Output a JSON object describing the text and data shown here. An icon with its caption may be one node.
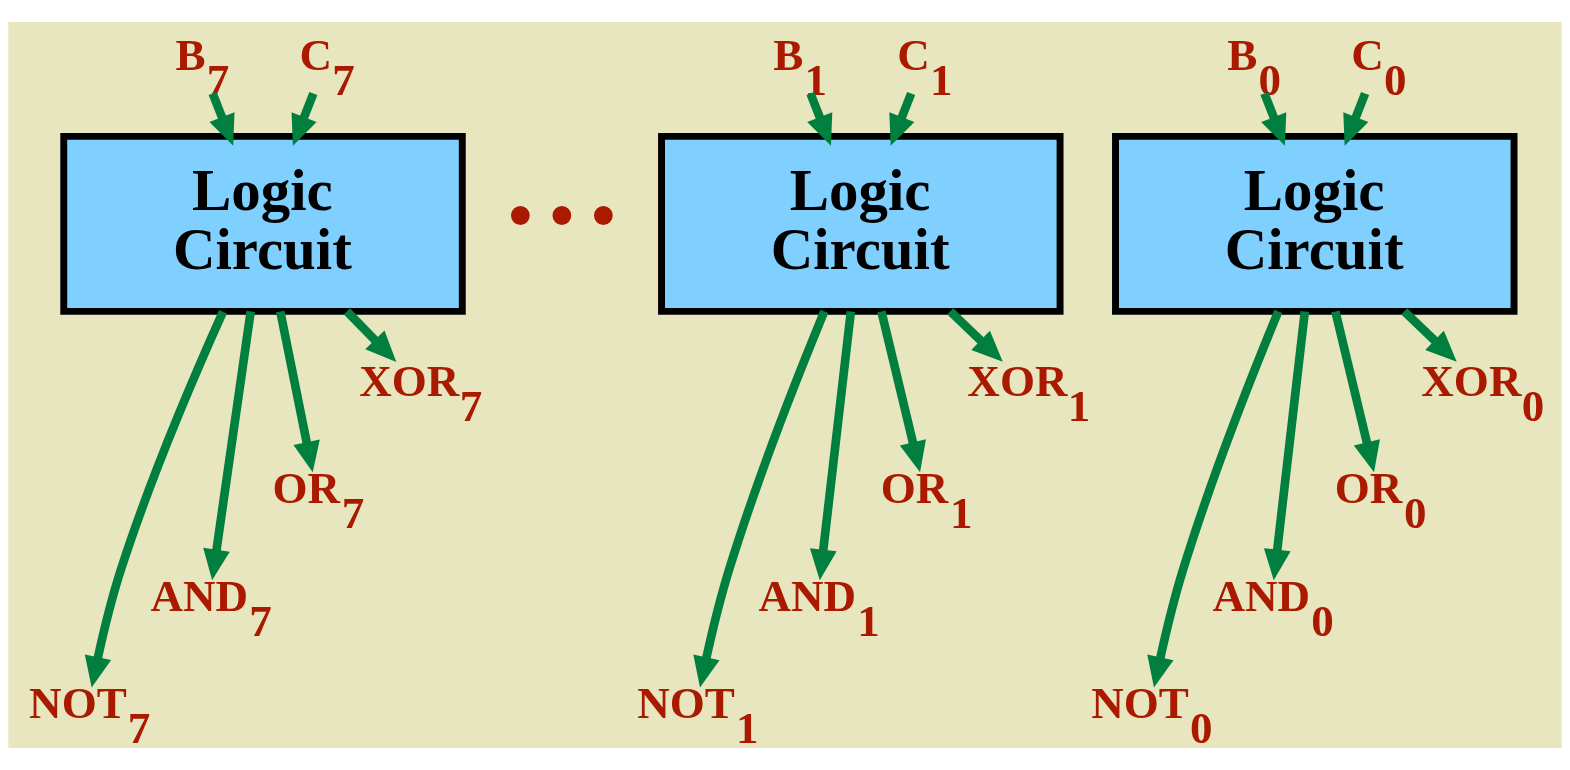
{
  "diagram": {
    "nodes": [
      {
        "text": [
          "B$_{7}$"
        ]
      },
      {
        "text": [
          "C$_{7}$"
        ]
      },
      {
        "text": [
          "Logic Circuit"
        ]
      },
      {
        "text": [
          "NOT$_{7}$"
        ]
      },
      {
        "text": [
          "AND$_{7}$"
        ]
      },
      {
        "text": [
          "OR$_{7}$"
        ]
      },
      {
        "text": [
          "XOR$_{7}$"
        ]
      },
      {
        "text": [
          "B$_{1}$"
        ]
      },
      {
        "text": [
          "C$_{1}$"
        ]
      },
      {
        "text": [
          "Logic Circuit"
        ]
      },
      {
        "text": [
          "NOT$_{1}$"
        ]
      },
      {
        "text": [
          "AND$_{1}$"
        ]
      },
      {
        "text": [
          "OR$_{1}$"
        ]
      },
      {
        "text": [
          "XOR$_{1}$"
        ]
      },
      {
        "text": [
          "B$_{0}$"
        ]
      },
      {
        "text": [
          "C$_{0}$"
        ]
      },
      {
        "text": [
          "Logic Circuit"
        ]
      },
      {
        "text": [
          "NOT$_{0}$"
        ]
      },
      {
        "text": [
          "AND$_{0}$"
        ]
      },
      {
        "text": [
          "OR$_{0}$"
        ]
      },
      {
        "text": [
          "XOR$_{0}$"
        ]
      }
    ],
    "edges": [
      {
        "from": 0,
        "to": 2,
        "arrow": "to"
      },
      {
        "from": 1,
        "to": 2,
        "arrow": "to"
      },
      {
        "from": 2,
        "to": 3,
        "arrow": "to"
      },
      {
        "from": 2,
        "to": 4,
        "arrow": "to"
      },
      {
        "from": 2,
        "to": 5,
        "arrow": "to"
      },
      {
        "from": 2,
        "to": 6,
        "arrow": "to"
      },
      {
        "from": 7,
        "to": 9,
        "arrow": "to"
      },
      {
        "from": 8,
        "to": 9,
        "arrow": "to"
      },
      {
        "from": 9,
        "to": 10,
        "arrow": "to"
      },
      {
        "from": 9,
        "to": 11,
        "arrow": "to"
      },
      {
        "from": 9,
        "to": 12,
        "arrow": "to"
      },
      {
        "from": 9,
        "to": 13,
        "arrow": "to"
      },
      {
        "from": 14,
        "to": 16,
        "arrow": "to"
      },
      {
        "from": 15,
        "to": 16,
        "arrow": "to"
      },
      {
        "from": 16,
        "to": 17,
        "arrow": "to"
      },
      {
        "from": 16,
        "to": 18,
        "arrow": "to"
      },
      {
        "from": 16,
        "to": 19,
        "arrow": "to"
      },
      {
        "from": 16,
        "to": 20,
        "arrow": "to"
      }
    ],
    "labels": [
      "• • •"
    ]
  }
}
